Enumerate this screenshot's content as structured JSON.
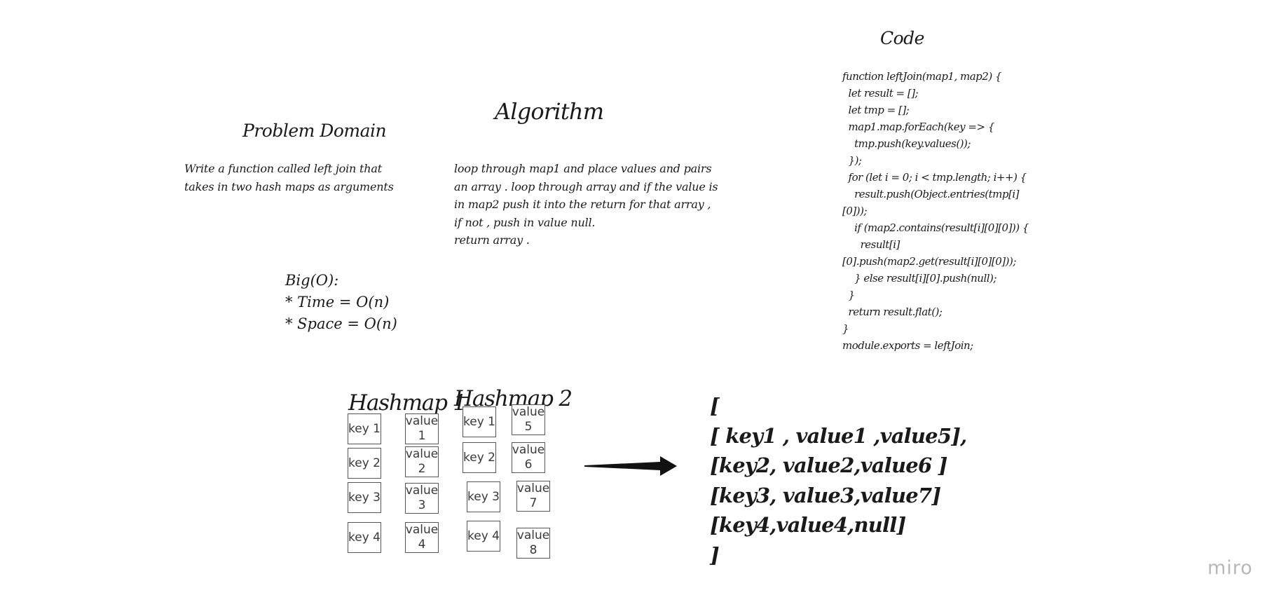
{
  "code_section": {
    "title": "Code",
    "lines": "function leftJoin(map1, map2) {\n  let result = [];\n  let tmp = [];\n  map1.map.forEach(key => {\n    tmp.push(key.values());\n  });\n  for (let i = 0; i < tmp.length; i++) {\n    result.push(Object.entries(tmp[i]\n[0]));\n    if (map2.contains(result[i][0][0])) {\n      result[i]\n[0].push(map2.get(result[i][0][0]));\n    } else result[i][0].push(null);\n  }\n  return result.flat();\n}\nmodule.exports = leftJoin;"
  },
  "algorithm": {
    "title": "Algorithm",
    "text": "loop through map1 and place values and pairs\nan array . loop through array and if the value is\nin map2 push it into the return for that array ,\nif not , push in value null.\nreturn array ."
  },
  "problem_domain": {
    "title": "Problem Domain",
    "text": "Write a function called left join that\ntakes in two hash maps as arguments"
  },
  "big_o": {
    "text": "Big(O):\n* Time = O(n)\n* Space = O(n)"
  },
  "hashmap1": {
    "title": "Hashmap 1",
    "keys": [
      "key 1",
      "key 2",
      "key 3",
      "key 4"
    ],
    "values": [
      "value\n1",
      "value\n2",
      "value\n3",
      "value\n4"
    ]
  },
  "hashmap2": {
    "title": "Hashmap 2",
    "keys": [
      "key 1",
      "key 2",
      "key 3",
      "key 4"
    ],
    "values": [
      "value\n5",
      "value\n6",
      "value\n7",
      "value\n8"
    ]
  },
  "result": {
    "text": "[\n[ key1 , value1 ,value5],\n[key2, value2,value6 ]\n[key3, value3,value7]\n[key4,value4,null]\n]"
  },
  "branding": {
    "logo": "miro"
  }
}
